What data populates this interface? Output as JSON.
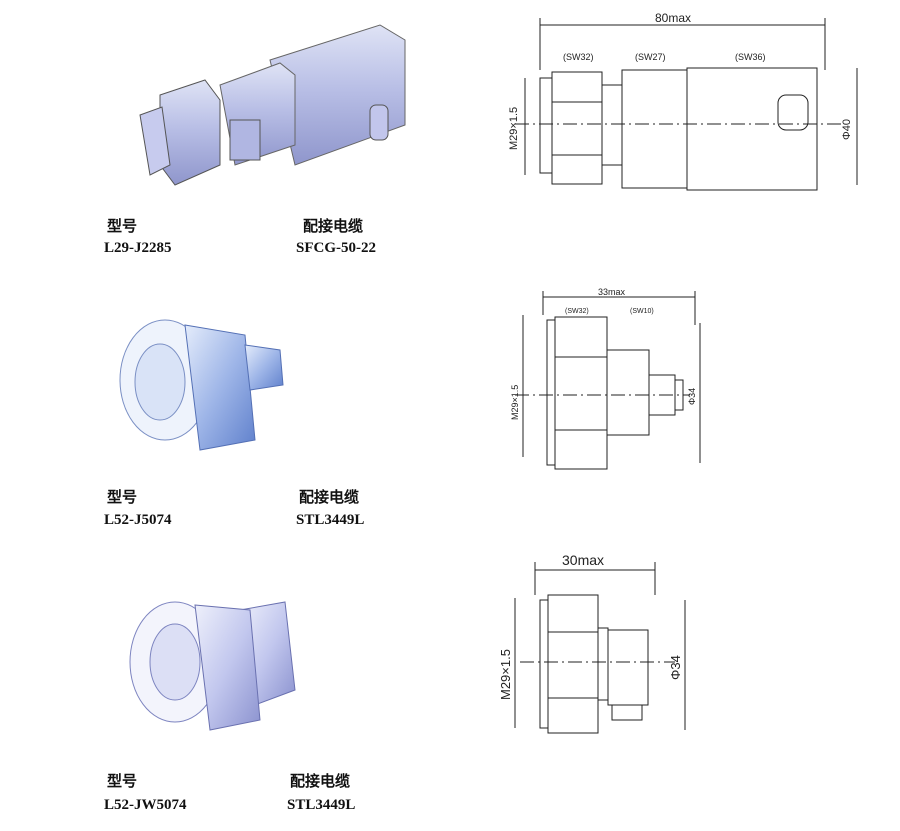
{
  "products": [
    {
      "model_label": "型号",
      "model": "L29-J2285",
      "cable_label": "配接电缆",
      "cable": "SFCG-50-22",
      "drawing": {
        "length": "80max",
        "thread": "M29×1.5",
        "diameter": "Φ40",
        "wrenches": [
          "(SW32)",
          "(SW27)",
          "(SW36)"
        ]
      }
    },
    {
      "model_label": "型号",
      "model": "L52-J5074",
      "cable_label": "配接电缆",
      "cable": "STL3449L",
      "drawing": {
        "length": "33max",
        "thread": "M29×1.5",
        "diameter": "Φ34",
        "wrenches": [
          "(SW32)",
          "(SW10)"
        ]
      }
    },
    {
      "model_label": "型号",
      "model": "L52-JW5074",
      "cable_label": "配接电缆",
      "cable": "STL3449L",
      "drawing": {
        "length": "30max",
        "thread": "M29×1.5",
        "diameter": "Φ34",
        "wrenches": []
      }
    }
  ]
}
